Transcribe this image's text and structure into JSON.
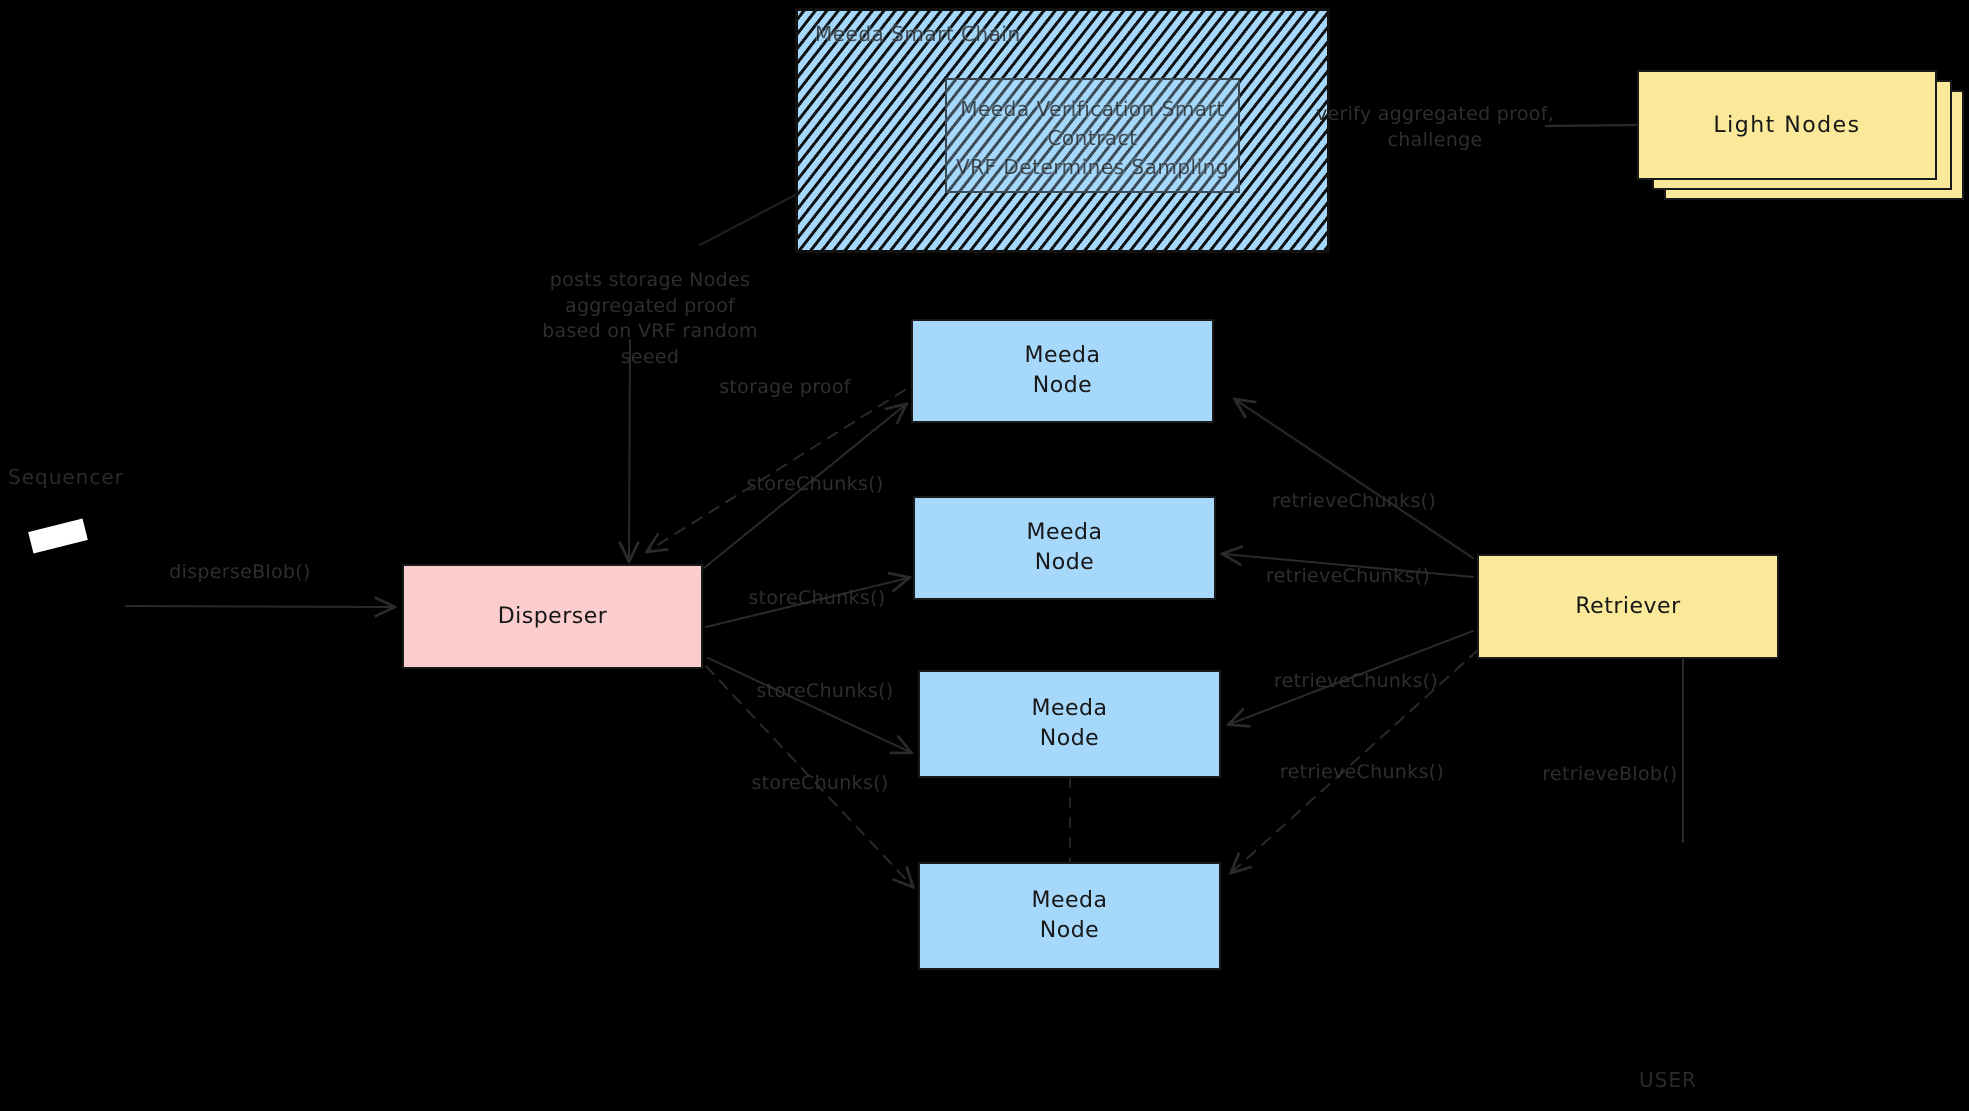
{
  "diagram": {
    "title_elements": {
      "chain_box_label": "Meeda Smart Chain",
      "verification_contract_label": "Meeda Verification Smart\nContract\nVRF Determines Sampling"
    },
    "actors": {
      "sequencer": "Sequencer",
      "user": "USER",
      "disperser": "Disperser",
      "retriever": "Retriever",
      "light_nodes": "Light Nodes"
    },
    "meeda_nodes": [
      {
        "label": "Meeda\nNode"
      },
      {
        "label": "Meeda\nNode"
      },
      {
        "label": "Meeda\nNode"
      },
      {
        "label": "Meeda\nNode"
      }
    ],
    "edge_labels": {
      "disperse_blob": "disperseBlob()",
      "posts_proof": "posts storage Nodes\naggregated proof\nbased on VRF random\nseeed",
      "storage_proof": "storage proof",
      "verify_challenge": "verify aggregated proof,\nchallenge",
      "store_chunks_1": "storeChunks()",
      "store_chunks_2": "storeChunks()",
      "store_chunks_3": "storeChunks()",
      "store_chunks_4": "storeChunks()",
      "retrieve_chunks_1": "retrieveChunks()",
      "retrieve_chunks_2": "retrieveChunks()",
      "retrieve_chunks_3": "retrieveChunks()",
      "retrieve_chunks_4": "retrieveChunks()",
      "retrieve_blob": "retrieveBlob()"
    },
    "colors": {
      "background": "#000000",
      "meeda_node_fill": "#a5d8fb",
      "disperser_fill": "#fbcdcd",
      "retriever_fill": "#fbe99a",
      "light_nodes_fill": "#fbe99a",
      "stroke": "#1a1a1a",
      "label_text": "#2e2e2e"
    }
  }
}
